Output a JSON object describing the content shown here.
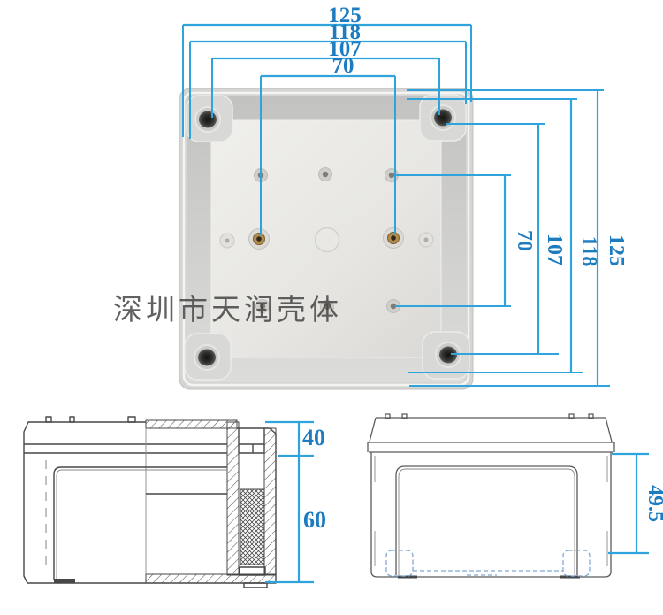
{
  "watermark": {
    "text": "深圳市天润壳体"
  },
  "top_view": {
    "horizontal_dims": [
      {
        "label": "125"
      },
      {
        "label": "118"
      },
      {
        "label": "107"
      },
      {
        "label": "70"
      }
    ],
    "vertical_dims": [
      {
        "label": "70"
      },
      {
        "label": "107"
      },
      {
        "label": "118"
      },
      {
        "label": "125"
      }
    ]
  },
  "section_view": {
    "lid_height_label": "40",
    "base_height_label": "60"
  },
  "side_view": {
    "height_label": "49.5"
  },
  "colors": {
    "dimension_line": "#2fa3dc",
    "dimension_text": "#1d7cc0",
    "dashed_detail": "#7fa9d4",
    "drawing_line": "#474747",
    "box_body": "#d5d5d3",
    "box_floor": "#eceae6",
    "brass_insert": "#b08c4e"
  }
}
